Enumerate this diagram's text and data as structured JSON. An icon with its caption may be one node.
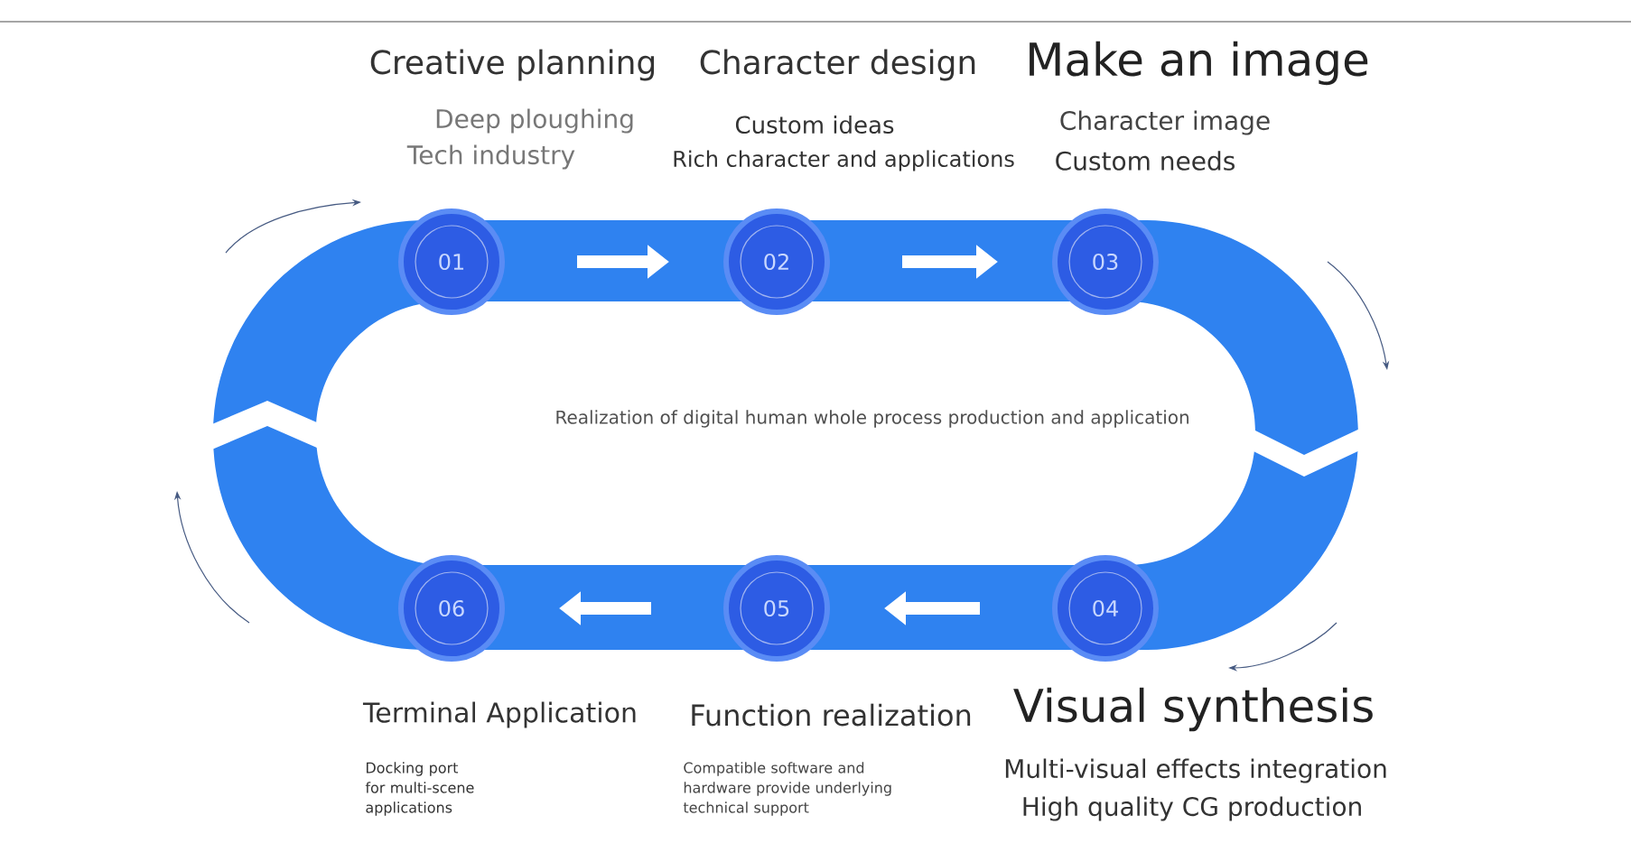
{
  "diagram": {
    "nodes": [
      {
        "text": [
          "01"
        ],
        "beside": [
          "Creative planning",
          "Deep ploughing",
          "Tech industry"
        ]
      },
      {
        "text": [
          "02"
        ],
        "beside": [
          "Character design",
          "Custom ideas",
          "Rich character and applications"
        ]
      },
      {
        "text": [
          "03"
        ],
        "beside": [
          "Make an image",
          "Character image",
          "Custom needs"
        ]
      },
      {
        "text": [
          "04"
        ],
        "beside": [
          "Visual synthesis",
          "Multi-visual effects integration",
          "High quality CG production"
        ]
      },
      {
        "text": [
          "05"
        ],
        "beside": [
          "Function realization",
          "Compatible software and hardware provide underlying technical support"
        ]
      },
      {
        "text": [
          "06"
        ],
        "beside": [
          "Terminal Application",
          "Docking port for multi-scene applications"
        ]
      }
    ],
    "edges": [
      {
        "from": 0,
        "to": 1,
        "arrow": "to"
      },
      {
        "from": 1,
        "to": 2,
        "arrow": "to"
      },
      {
        "from": 3,
        "to": 4,
        "arrow": "to"
      },
      {
        "from": 4,
        "to": 5,
        "arrow": "to"
      }
    ],
    "labels": [
      "Realization of digital human whole process production and application"
    ]
  }
}
